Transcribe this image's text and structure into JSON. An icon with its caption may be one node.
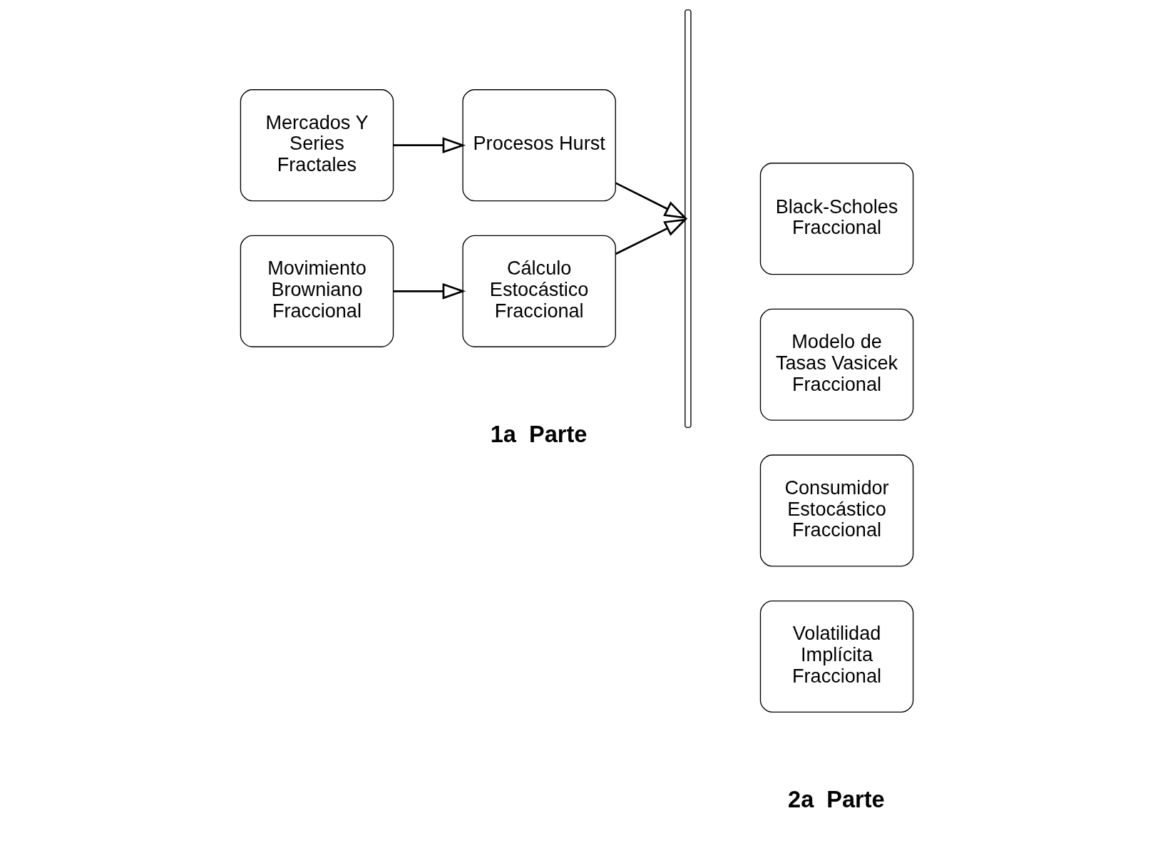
{
  "diagram": {
    "nodes": [
      {
        "text": [
          "Mercados Y Series Fractales"
        ]
      },
      {
        "text": [
          "Procesos Hurst"
        ]
      },
      {
        "text": [
          "Movimiento Browniano Fraccional"
        ]
      },
      {
        "text": [
          "Cálculo Estocástico Fraccional"
        ]
      },
      {
        "text": [],
        "shape": "brace"
      },
      {
        "text": [
          "Black-Scholes Fraccional"
        ]
      },
      {
        "text": [
          "Modelo de Tasas Vasicek Fraccional"
        ]
      },
      {
        "text": [
          "Consumidor Estocástico Fraccional"
        ]
      },
      {
        "text": [
          "Volatilidad Implícita Fraccional"
        ]
      }
    ],
    "edges": [
      {
        "from": 0,
        "to": 1,
        "arrow": "to"
      },
      {
        "from": 2,
        "to": 3,
        "arrow": "to"
      },
      {
        "from": 1,
        "to": 4,
        "arrow": "to"
      },
      {
        "from": 3,
        "to": 4,
        "arrow": "to"
      }
    ],
    "labels": [
      "1a  Parte",
      "2a  Parte"
    ]
  }
}
